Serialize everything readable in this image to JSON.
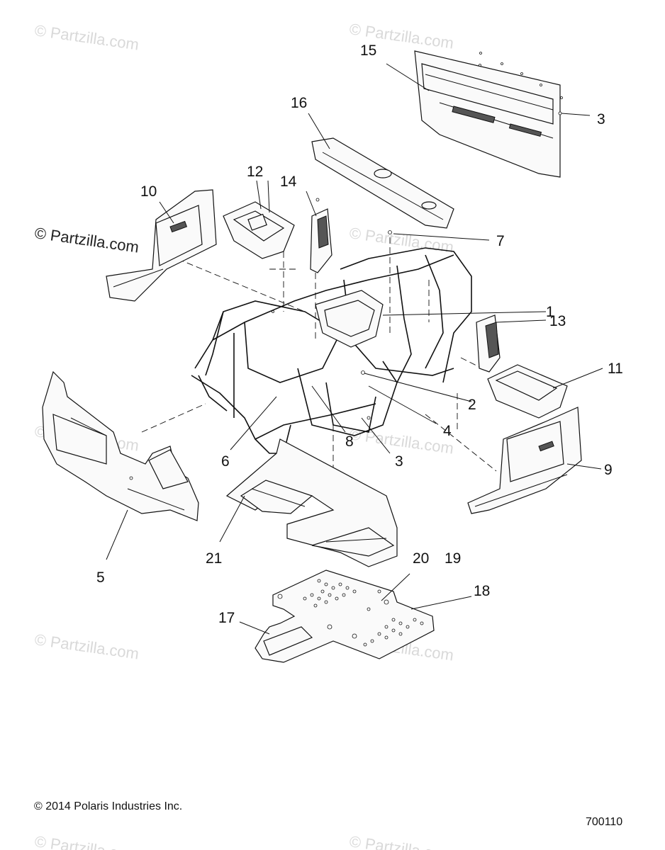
{
  "watermark_text": "© Partzilla.com",
  "copyright": "© 2014 Polaris Industries Inc.",
  "diagram_number": "700110",
  "callouts": {
    "c1": "1",
    "c2": "2",
    "c3a": "3",
    "c3b": "3",
    "c4": "4",
    "c5": "5",
    "c6": "6",
    "c7": "7",
    "c8": "8",
    "c9": "9",
    "c10": "10",
    "c11": "11",
    "c12": "12",
    "c13": "13",
    "c14": "14",
    "c15": "15",
    "c16": "16",
    "c17": "17",
    "c18": "18",
    "c19": "19",
    "c20": "20",
    "c21": "21"
  }
}
